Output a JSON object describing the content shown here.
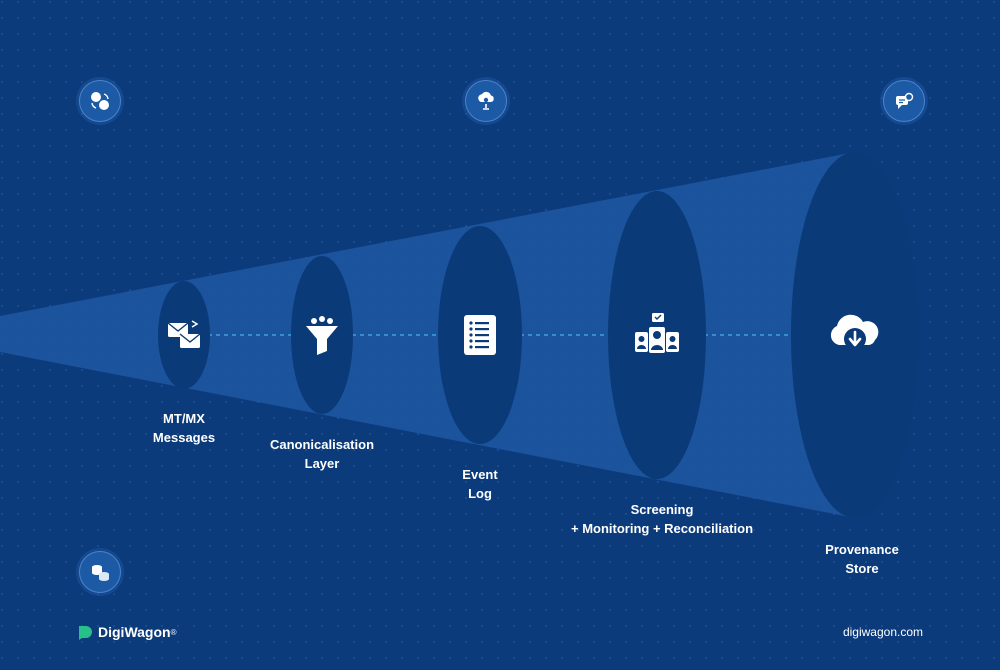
{
  "diagram": {
    "stages": [
      {
        "icon": "envelopes-icon",
        "lines": [
          "MT/MX",
          "Messages"
        ]
      },
      {
        "icon": "funnel-icon",
        "lines": [
          "Canonicalisation",
          "Layer"
        ]
      },
      {
        "icon": "list-document-icon",
        "lines": [
          "Event",
          "Log"
        ]
      },
      {
        "icon": "people-check-icon",
        "lines": [
          "Screening",
          "+ Monitoring + Reconciliation"
        ]
      },
      {
        "icon": "cloud-download-icon",
        "lines": [
          "Provenance",
          "Store"
        ]
      }
    ],
    "corner_badges": [
      {
        "icon": "mt-mx-exchange-icon"
      },
      {
        "icon": "cloud-person-icon"
      },
      {
        "icon": "chat-settings-icon"
      },
      {
        "icon": "database-sync-icon"
      }
    ]
  },
  "footer": {
    "brand": "DigiWagon",
    "brand_mark": "®",
    "website": "digiwagon.com"
  },
  "colors": {
    "background": "#0c3b7c",
    "cone": "#1e58a3",
    "disc": "#0b3a78",
    "connector": "#3fa2d4"
  }
}
